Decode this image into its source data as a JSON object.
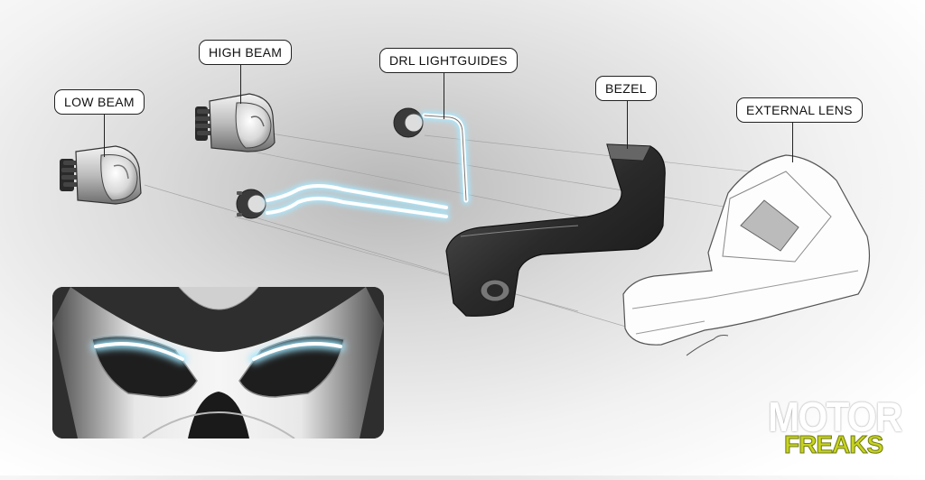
{
  "callouts": {
    "low_beam": "LOW BEAM",
    "high_beam": "HIGH BEAM",
    "drl_lightguides": "DRL LIGHTGUIDES",
    "bezel": "BEZEL",
    "external_lens": "EXTERNAL LENS"
  },
  "logo": {
    "line1": "MOTOR",
    "line2": "FREAKS"
  },
  "colors": {
    "drl_glow": "#bfefff",
    "logo_accent": "#c8d320"
  }
}
